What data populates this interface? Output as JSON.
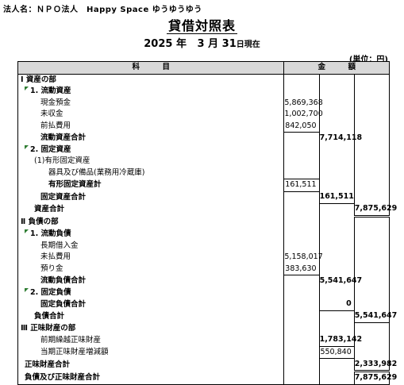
{
  "header": {
    "corp_label": "法人名：",
    "corp_name": "ＮＰＯ法人　Happy Space ゆうゆうゆう",
    "title": "貸借対照表",
    "date_year": "2025",
    "date_year_unit": "年",
    "date_month": "3",
    "date_month_unit": "月",
    "date_day": "31",
    "date_suffix": "日現在",
    "unit_note": "(単位：円)"
  },
  "table": {
    "col_item": "科　　　目",
    "col_amount": "金　　　額"
  },
  "rows": [
    {
      "label": "Ⅰ 資産の部",
      "v1": "",
      "v2": "",
      "v3": ""
    },
    {
      "label": "1. 流動資産",
      "v1": "",
      "v2": "",
      "v3": ""
    },
    {
      "label": "現金預金",
      "v1": "5,869,368",
      "v2": "",
      "v3": ""
    },
    {
      "label": "未収金",
      "v1": "1,002,700",
      "v2": "",
      "v3": ""
    },
    {
      "label": "前払費用",
      "v1": "842,050",
      "v2": "",
      "v3": ""
    },
    {
      "label": "流動資産合計",
      "v1": "",
      "v2": "7,714,118",
      "v3": ""
    },
    {
      "label": "2. 固定資産",
      "v1": "",
      "v2": "",
      "v3": ""
    },
    {
      "label": "(1)有形固定資産",
      "v1": "",
      "v2": "",
      "v3": ""
    },
    {
      "label": "器具及び備品(業務用冷蔵庫)",
      "v1": "",
      "v2": "",
      "v3": ""
    },
    {
      "label": "有形固定資産計",
      "v1": "161,511",
      "v2": "",
      "v3": ""
    },
    {
      "label": "固定資産合計",
      "v1": "",
      "v2": "161,511",
      "v3": ""
    },
    {
      "label": "資産合計",
      "v1": "",
      "v2": "",
      "v3": "7,875,629"
    },
    {
      "label": "Ⅱ 負債の部",
      "v1": "",
      "v2": "",
      "v3": ""
    },
    {
      "label": "1. 流動負債",
      "v1": "",
      "v2": "",
      "v3": ""
    },
    {
      "label": "長期借入金",
      "v1": "",
      "v2": "",
      "v3": ""
    },
    {
      "label": "未払費用",
      "v1": "5,158,017",
      "v2": "",
      "v3": ""
    },
    {
      "label": "預り金",
      "v1": "383,630",
      "v2": "",
      "v3": ""
    },
    {
      "label": "流動負債合計",
      "v1": "",
      "v2": "5,541,647",
      "v3": ""
    },
    {
      "label": "2. 固定負債",
      "v1": "",
      "v2": "",
      "v3": ""
    },
    {
      "label": "固定負債合計",
      "v1": "",
      "v2": "0",
      "v3": ""
    },
    {
      "label": "負債合計",
      "v1": "",
      "v2": "",
      "v3": "5,541,647"
    },
    {
      "label": "Ⅲ 正味財産の部",
      "v1": "",
      "v2": "",
      "v3": ""
    },
    {
      "label": "前期繰越正味財産",
      "v1": "",
      "v2": "1,783,142",
      "v3": ""
    },
    {
      "label": "当期正味財産増減額",
      "v1": "",
      "v2": "550,840",
      "v3": ""
    },
    {
      "label": "正味財産合計",
      "v1": "",
      "v2": "",
      "v3": "2,333,982"
    },
    {
      "label": "負債及び正味財産合計",
      "v1": "",
      "v2": "",
      "v3": "7,875,629"
    }
  ]
}
